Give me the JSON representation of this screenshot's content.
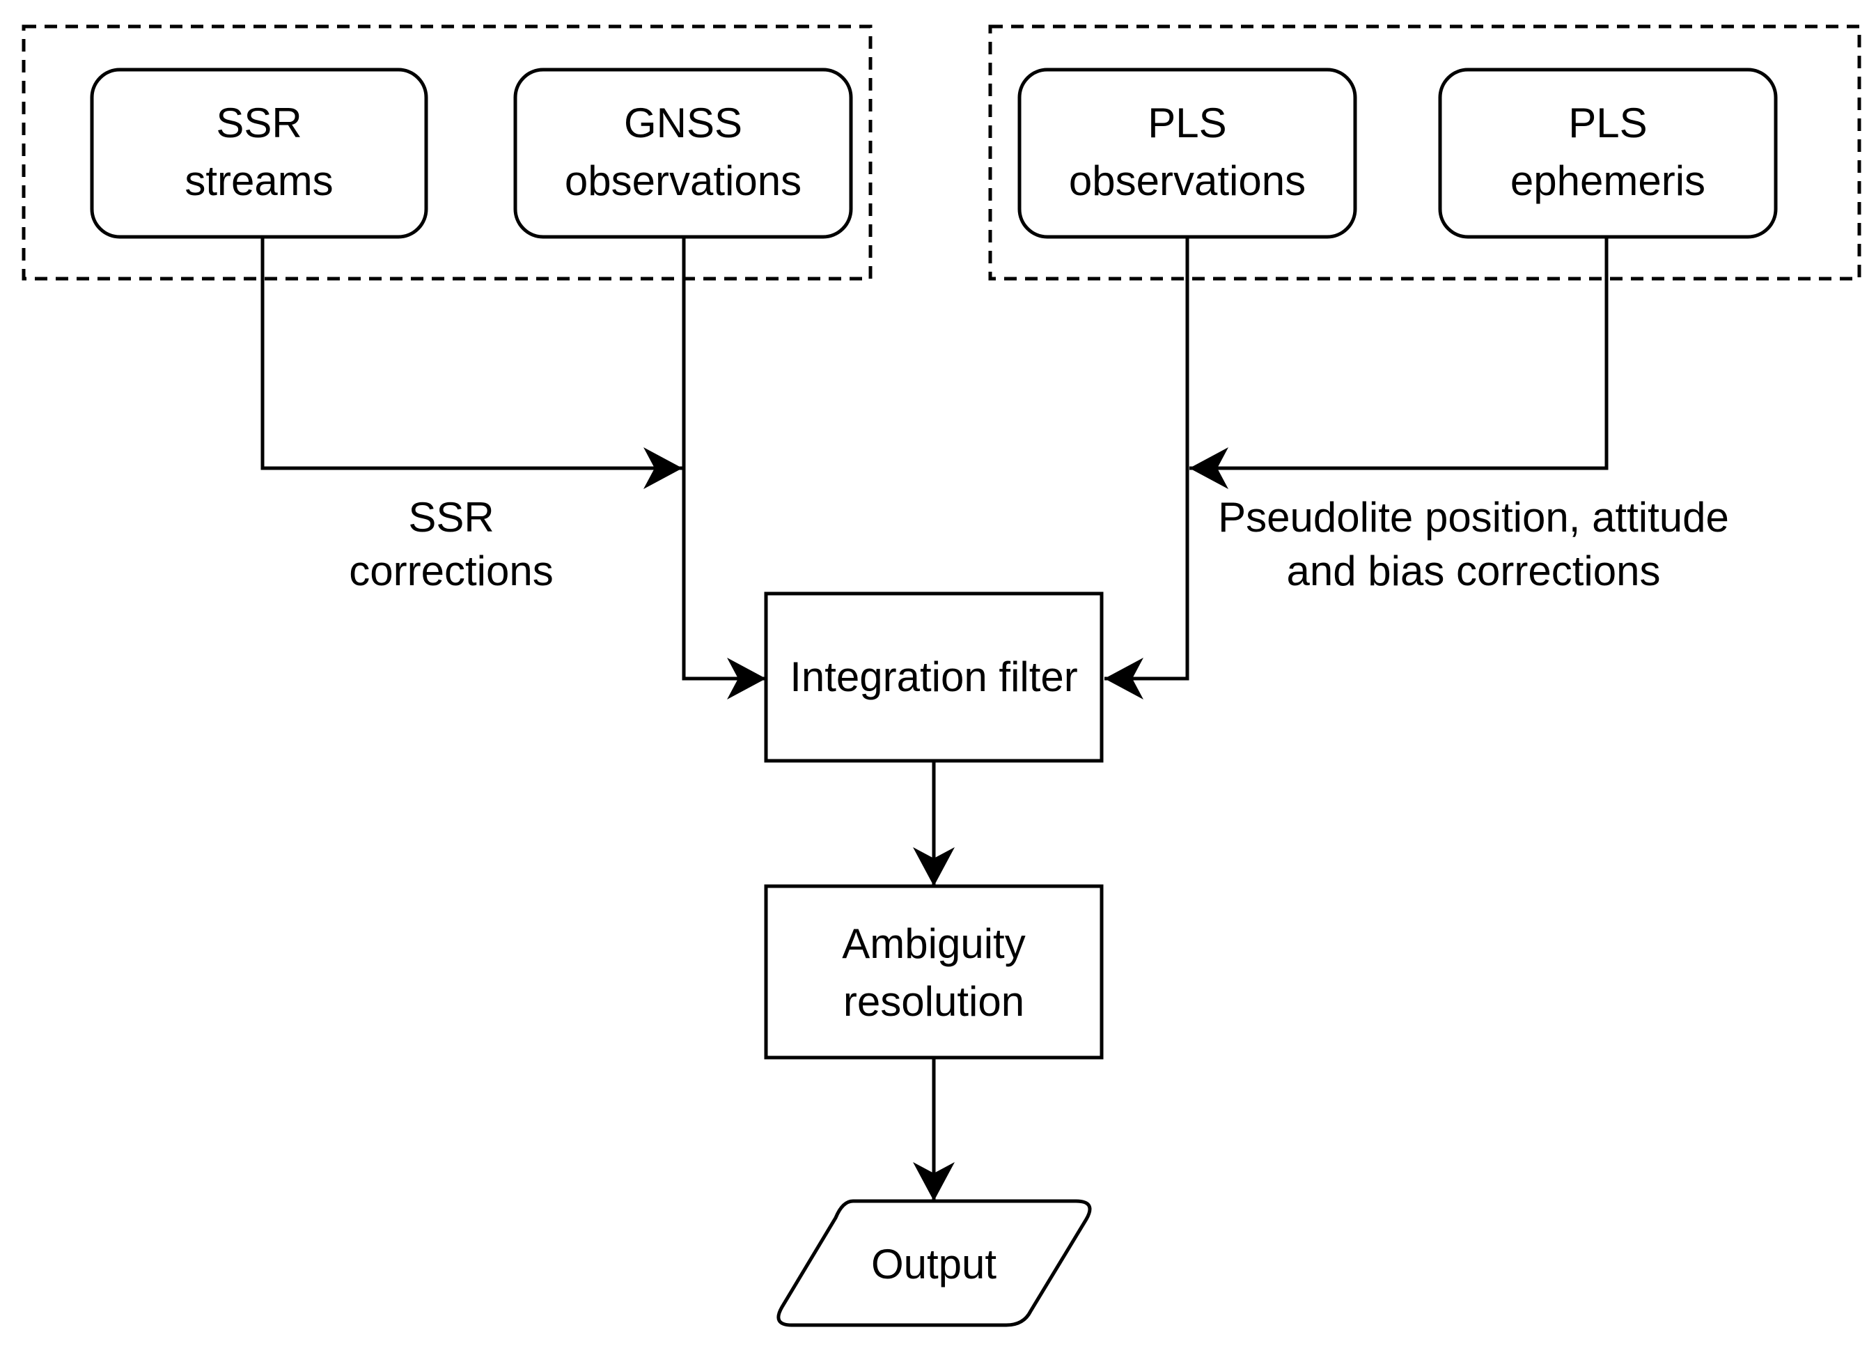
{
  "colors": {
    "stroke": "#000000",
    "background": "#ffffff"
  },
  "nodes": {
    "ssr_streams": [
      "SSR",
      "streams"
    ],
    "gnss_observations": [
      "GNSS",
      "observations"
    ],
    "pls_observations": [
      "PLS",
      "observations"
    ],
    "pls_ephemeris": [
      "PLS",
      "ephemeris"
    ],
    "integration_filter": [
      "Integration filter"
    ],
    "ambiguity_resolution": [
      "Ambiguity",
      "resolution"
    ],
    "output": [
      "Output"
    ]
  },
  "edge_labels": {
    "ssr_corrections": [
      "SSR",
      "corrections"
    ],
    "pseudolite_corrections": [
      "Pseudolite position, attitude",
      "and bias corrections"
    ]
  }
}
